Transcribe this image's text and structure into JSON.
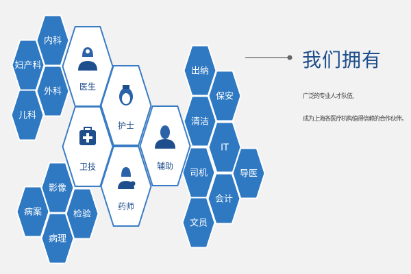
{
  "colors": {
    "hex_fill": "#2f79c3",
    "outline": "#3a7cc4",
    "title": "#1f4e8c",
    "background": "#f2f2f2"
  },
  "clusters": {
    "departments": [
      "内科",
      "妇产科",
      "外科",
      "儿科"
    ],
    "medical_tech": [
      "影像",
      "病案",
      "检验",
      "病理"
    ],
    "core": [
      {
        "label": "医生",
        "icon": "doctor-icon"
      },
      {
        "label": "护士",
        "icon": "nurse-icon"
      },
      {
        "label": "卫技",
        "icon": "medical-kit-icon"
      },
      {
        "label": "药师",
        "icon": "pharmacist-icon"
      },
      {
        "label": "辅助",
        "icon": "staff-person-icon"
      }
    ],
    "support": [
      "出纳",
      "保安",
      "清洁",
      "IT",
      "司机",
      "导医",
      "会计",
      "文员"
    ]
  },
  "heading": {
    "title": "我们拥有",
    "line1": "广泛的专业人才队伍,",
    "line2": "成为上海各医疗机构值得信赖的合作伙伴。"
  }
}
